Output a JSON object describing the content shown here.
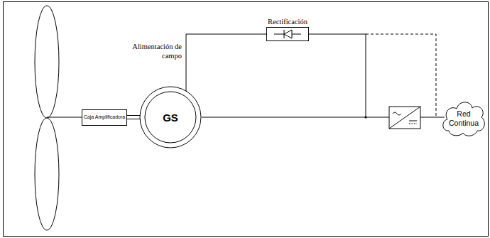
{
  "diagram": {
    "nodes": [
      {
        "text": [
          "Caja Amplificadora"
        ]
      },
      {
        "text": [
          "GS"
        ]
      },
      {
        "text": [
          "Rectificación"
        ]
      },
      {
        "text": [
          "Red Continua"
        ]
      }
    ],
    "edges": [
      {
        "from": 0,
        "to": 1,
        "arrow": "none"
      },
      {
        "from": 1,
        "to": 2,
        "arrow": "none"
      },
      {
        "from": 1,
        "to": 3,
        "arrow": "none"
      }
    ],
    "labels": [
      "Alimentación de campo"
    ]
  }
}
